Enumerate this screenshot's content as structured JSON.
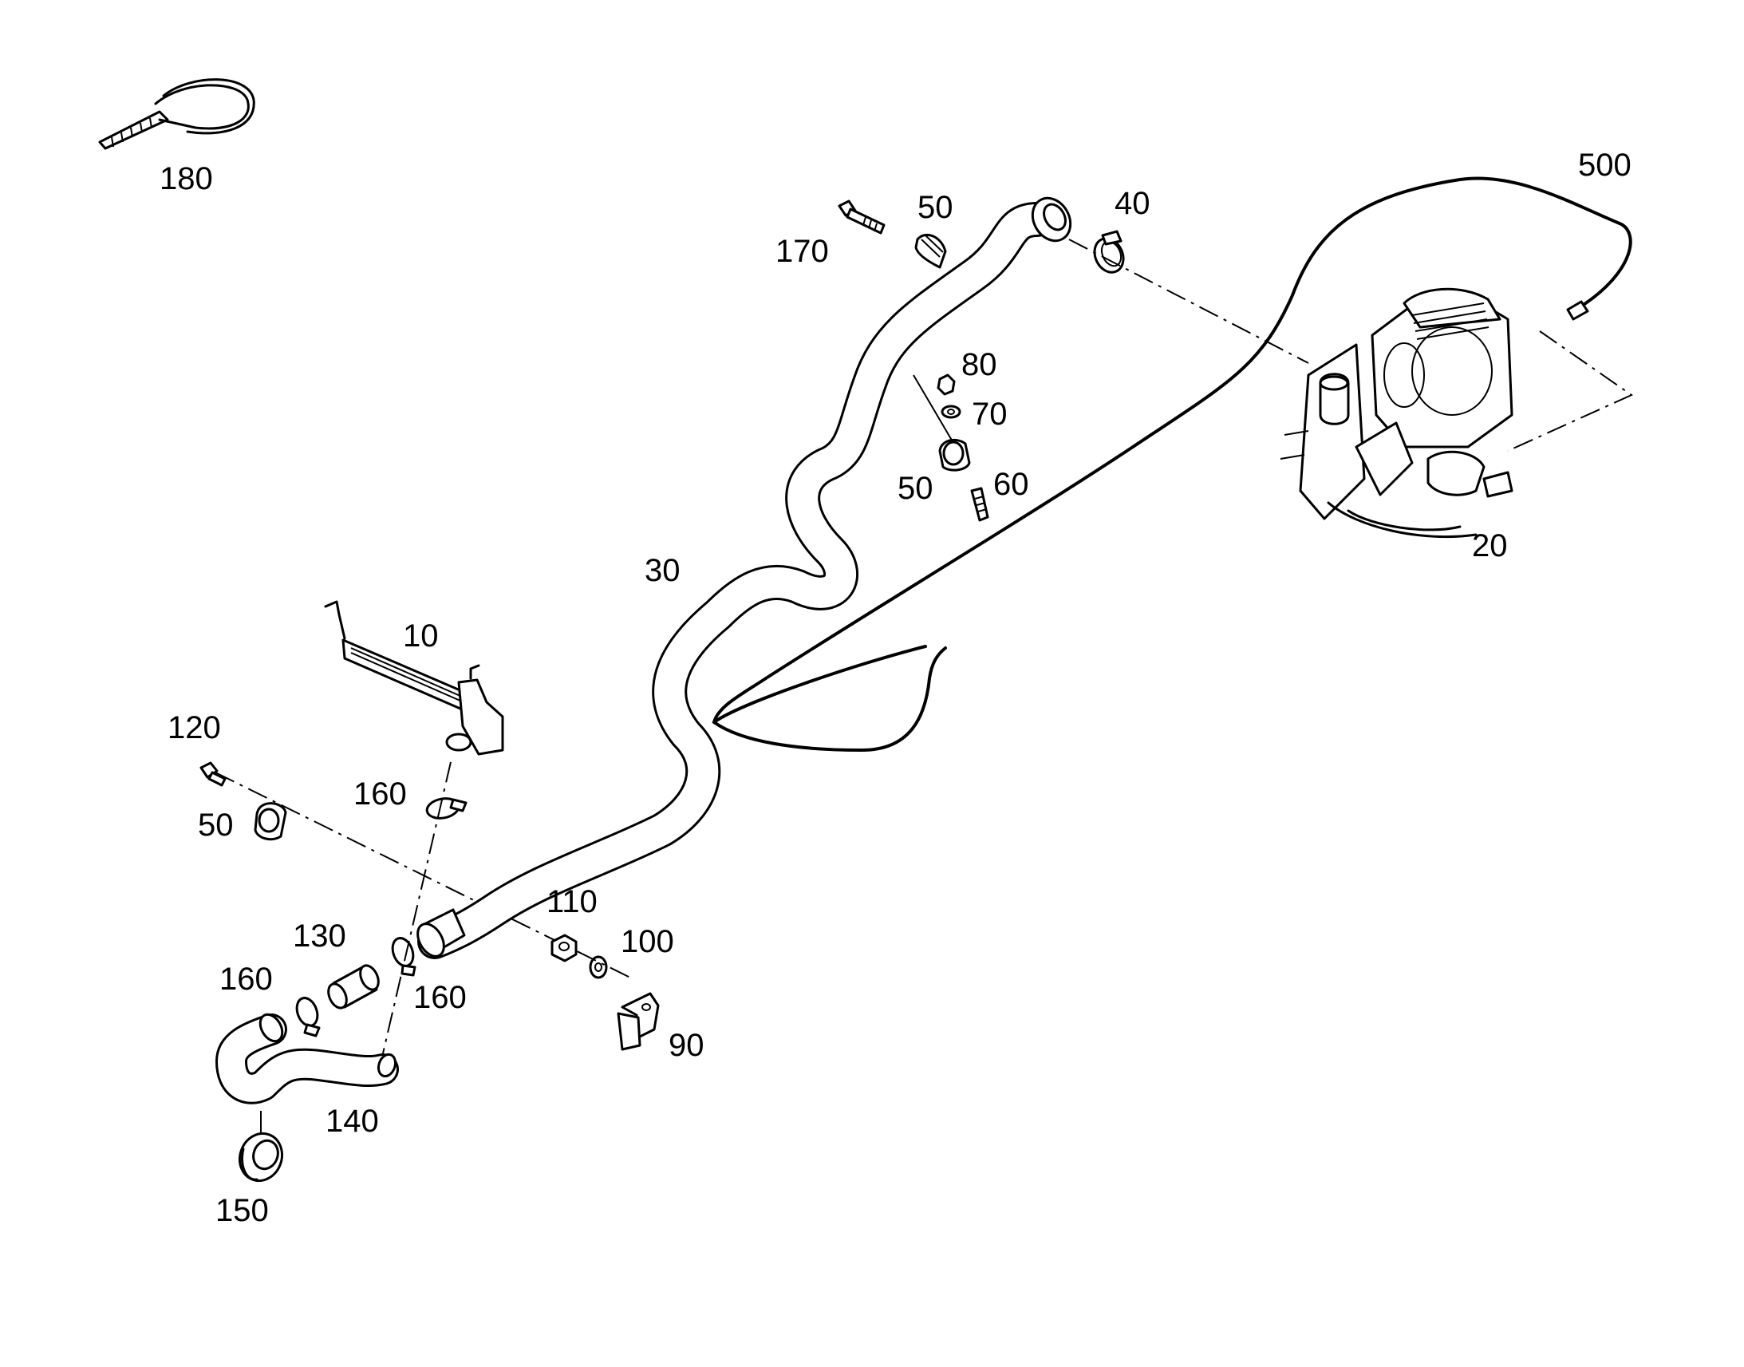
{
  "diagram": {
    "callouts": {
      "p180": "180",
      "p500": "500",
      "p170": "170",
      "p50_top": "50",
      "p40": "40",
      "p80": "80",
      "p70": "70",
      "p50_mid": "50",
      "p60": "60",
      "p20": "20",
      "p30": "30",
      "p10": "10",
      "p120": "120",
      "p160_top": "160",
      "p50_left": "50",
      "p110": "110",
      "p100": "100",
      "p130": "130",
      "p160_left": "160",
      "p160_right": "160",
      "p90": "90",
      "p140": "140",
      "p150": "150"
    }
  }
}
